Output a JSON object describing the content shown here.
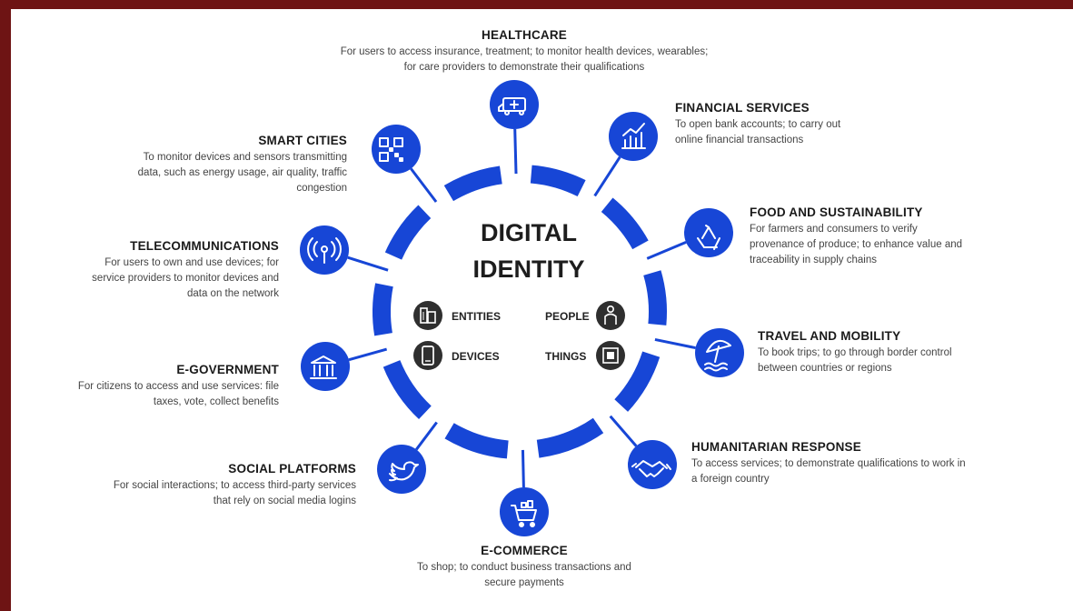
{
  "colors": {
    "ring": "#1746d6",
    "node": "#1746d6",
    "border": "#6e1414",
    "dark_icon": "#2f2f2f"
  },
  "center": {
    "line1": "DIGITAL",
    "line2": "IDENTITY"
  },
  "entities": {
    "entities": {
      "label": "ENTITIES",
      "icon": "building-icon"
    },
    "people": {
      "label": "PEOPLE",
      "icon": "person-icon"
    },
    "devices": {
      "label": "DEVICES",
      "icon": "phone-icon"
    },
    "things": {
      "label": "THINGS",
      "icon": "chip-icon"
    }
  },
  "sectors": {
    "healthcare": {
      "title": "HEALTHCARE",
      "line1": "For users to access insurance, treatment; to monitor health devices, wearables;",
      "line2": "for care providers to demonstrate their qualifications",
      "icon": "ambulance-icon"
    },
    "financial": {
      "title": "FINANCIAL SERVICES",
      "line1": "To open bank accounts; to carry out",
      "line2": "online financial transactions",
      "icon": "bar-chart-icon"
    },
    "food": {
      "title": "FOOD AND SUSTAINABILITY",
      "line1": "For farmers and consumers to verify",
      "line2": "provenance of produce; to enhance value and",
      "line3": "traceability in supply chains",
      "icon": "recycle-icon"
    },
    "travel": {
      "title": "TRAVEL AND MOBILITY",
      "line1": "To book trips; to go through border control",
      "line2": "between countries or regions",
      "icon": "beach-umbrella-icon"
    },
    "humanitarian": {
      "title": "HUMANITARIAN RESPONSE",
      "line1": "To access services; to demonstrate qualifications to work in",
      "line2": "a foreign country",
      "icon": "handshake-icon"
    },
    "ecommerce": {
      "title": "E-COMMERCE",
      "line1": "To shop; to conduct business transactions and",
      "line2": "secure payments",
      "icon": "shopping-cart-icon"
    },
    "social": {
      "title": "SOCIAL PLATFORMS",
      "line1": "For social interactions; to access third-party services",
      "line2": "that rely on social media logins",
      "icon": "bird-icon"
    },
    "egov": {
      "title": "E-GOVERNMENT",
      "line1": "For citizens to access and use services: file",
      "line2": "taxes, vote, collect benefits",
      "icon": "government-building-icon"
    },
    "telecom": {
      "title": "TELECOMMUNICATIONS",
      "line1": "For users to own and use devices; for",
      "line2": "service providers to monitor devices and",
      "line3": "data on the network",
      "icon": "antenna-icon"
    },
    "smart": {
      "title": "SMART CITIES",
      "line1": "To monitor devices and sensors transmitting",
      "line2": "data, such as energy usage, air quality, traffic",
      "line3": "congestion",
      "icon": "qr-code-icon"
    }
  }
}
